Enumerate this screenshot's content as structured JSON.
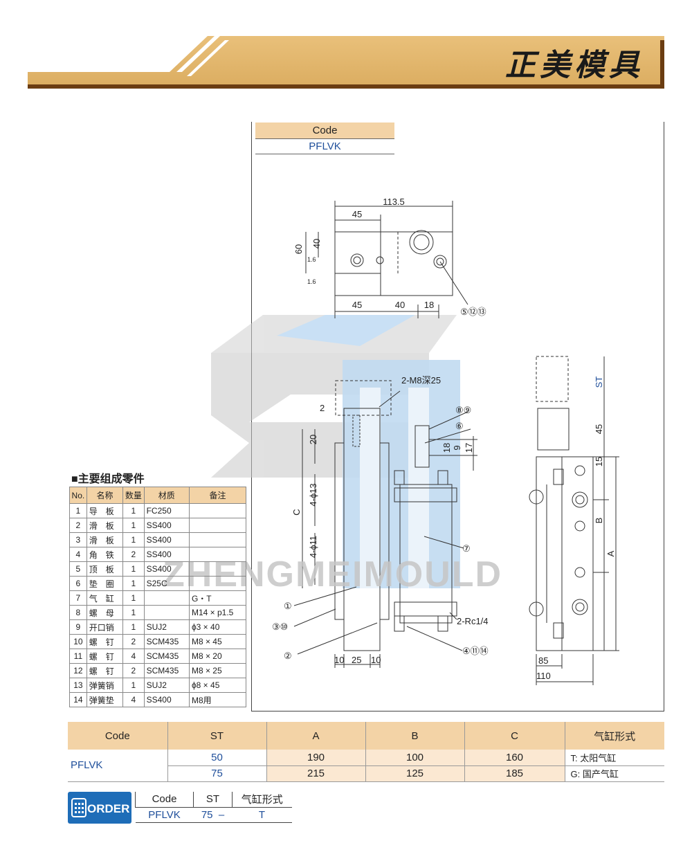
{
  "header": {
    "brand": "正美模具"
  },
  "code_box": {
    "header": "Code",
    "value": "PFLVK"
  },
  "watermark": "ZHENGMEIMOULD",
  "drawing": {
    "dims": [
      "113.5",
      "45",
      "60",
      "40",
      "1.6",
      "1.6",
      "45",
      "40",
      "18",
      "⑤⑫⑬",
      "2",
      "2-M8深25",
      "⑧⑨",
      "⑥",
      "20",
      "18",
      "9",
      "17",
      "4-ϕ13",
      "C",
      "4-ϕ11",
      "⑦",
      "①",
      "③⑩",
      "②",
      "2-Rc1/4",
      "④⑪⑭",
      "10",
      "25",
      "10",
      "ST",
      "45",
      "15",
      "B",
      "A",
      "85",
      "110"
    ]
  },
  "parts": {
    "title": "■主要组成零件",
    "headers": [
      "No.",
      "名称",
      "数量",
      "材质",
      "备注"
    ],
    "rows": [
      [
        "1",
        "导　板",
        "1",
        "FC250",
        ""
      ],
      [
        "2",
        "滑　板",
        "1",
        "SS400",
        ""
      ],
      [
        "3",
        "滑　板",
        "1",
        "SS400",
        ""
      ],
      [
        "4",
        "角　铁",
        "2",
        "SS400",
        ""
      ],
      [
        "5",
        "顶　板",
        "1",
        "SS400",
        ""
      ],
      [
        "6",
        "垫　圈",
        "1",
        "S25C",
        ""
      ],
      [
        "7",
        "气　缸",
        "1",
        "",
        "G・T"
      ],
      [
        "8",
        "螺　母",
        "1",
        "",
        "M14 × p1.5"
      ],
      [
        "9",
        "开口销",
        "1",
        "SUJ2",
        "ϕ3 × 40"
      ],
      [
        "10",
        "螺　钉",
        "2",
        "SCM435",
        "M8 × 45"
      ],
      [
        "11",
        "螺　钉",
        "4",
        "SCM435",
        "M8 × 20"
      ],
      [
        "12",
        "螺　钉",
        "2",
        "SCM435",
        "M8 × 25"
      ],
      [
        "13",
        "弹簧销",
        "1",
        "SUJ2",
        "ϕ8 × 45"
      ],
      [
        "14",
        "弹簧垫",
        "4",
        "SS400",
        "M8用"
      ]
    ]
  },
  "spec": {
    "headers": [
      "Code",
      "ST",
      "A",
      "B",
      "C",
      "气缸形式"
    ],
    "code": "PFLVK",
    "rows": [
      [
        "50",
        "190",
        "100",
        "160"
      ],
      [
        "75",
        "215",
        "125",
        "185"
      ]
    ],
    "types": [
      "T: 太阳气缸",
      "G: 国产气缸"
    ]
  },
  "order": {
    "icon_label": "ORDER",
    "headers": [
      "Code",
      "ST",
      "气缸形式"
    ],
    "values": [
      "PFLVK",
      "75",
      "–",
      "T"
    ]
  },
  "colors": {
    "accent": "#f3d3a6",
    "brown": "#6b3d12",
    "blue": "#1e4e9a"
  }
}
